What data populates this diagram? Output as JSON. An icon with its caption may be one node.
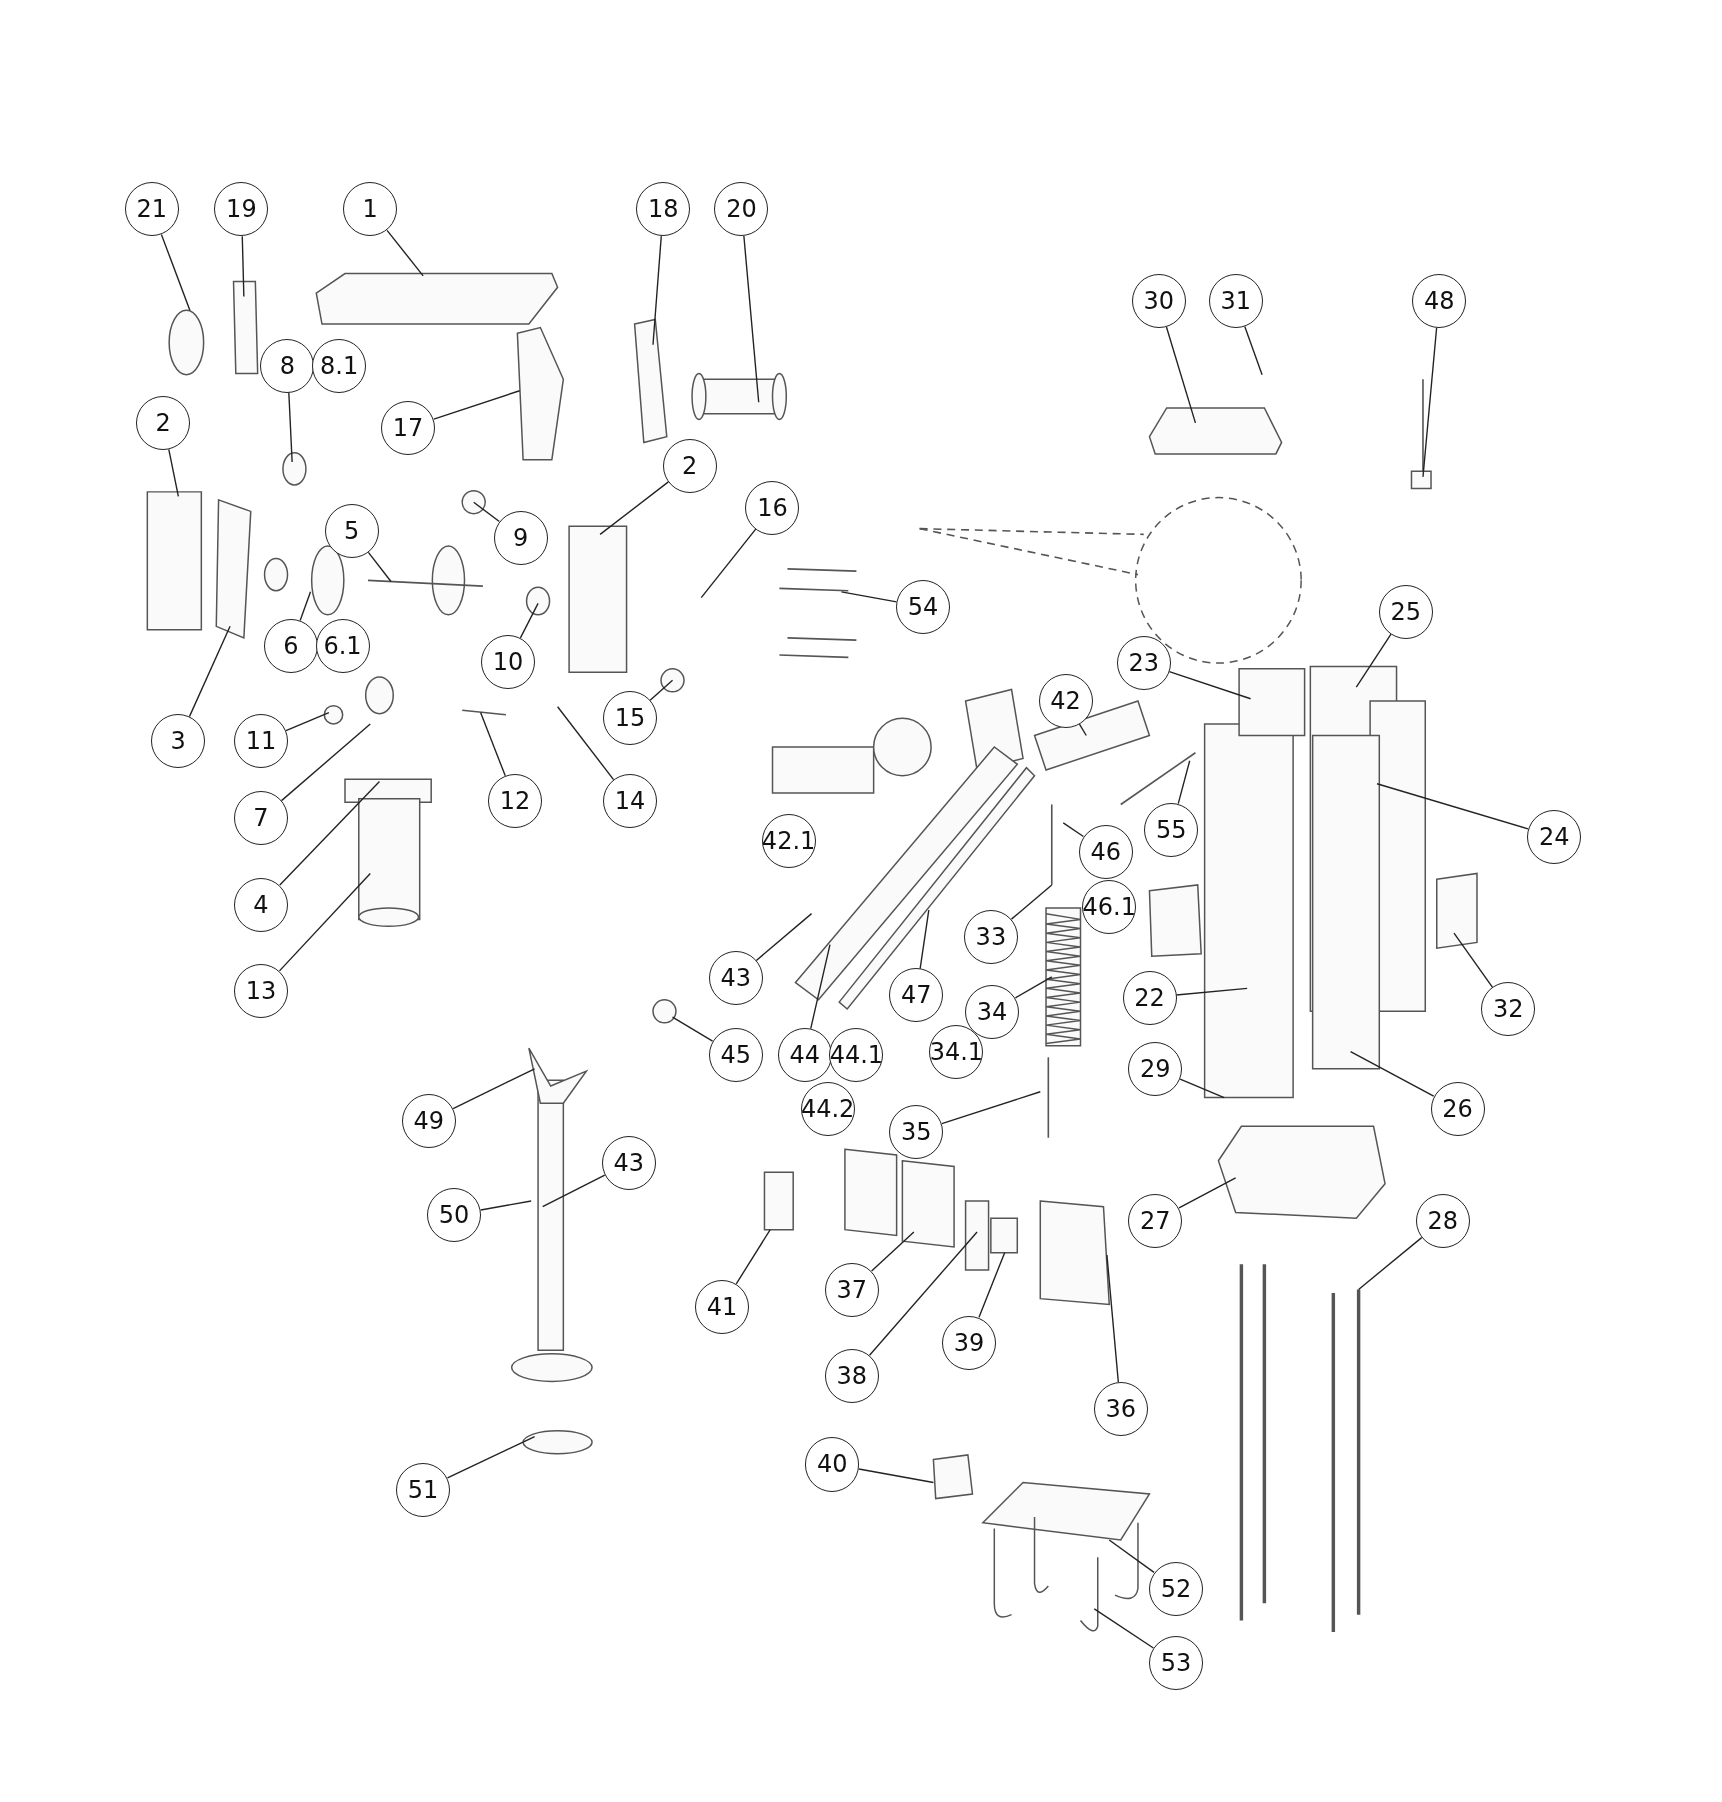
{
  "diagram": {
    "nodes": [
      {
        "text": [
          "21"
        ]
      },
      {
        "text": [
          "19"
        ]
      },
      {
        "text": [
          "1"
        ]
      },
      {
        "text": [
          "18"
        ]
      },
      {
        "text": [
          "20"
        ]
      },
      {
        "text": [
          "30"
        ]
      },
      {
        "text": [
          "31"
        ]
      },
      {
        "text": [
          "48"
        ]
      },
      {
        "text": [
          "8"
        ]
      },
      {
        "text": [
          "8.1"
        ]
      },
      {
        "text": [
          "17"
        ]
      },
      {
        "text": [
          "2"
        ]
      },
      {
        "text": [
          "2"
        ]
      },
      {
        "text": [
          "16"
        ]
      },
      {
        "text": [
          "5"
        ]
      },
      {
        "text": [
          "9"
        ]
      },
      {
        "text": [
          "54"
        ]
      },
      {
        "text": [
          "25"
        ]
      },
      {
        "text": [
          "6"
        ]
      },
      {
        "text": [
          "6.1"
        ]
      },
      {
        "text": [
          "10"
        ]
      },
      {
        "text": [
          "23"
        ]
      },
      {
        "text": [
          "42"
        ]
      },
      {
        "text": [
          "15"
        ]
      },
      {
        "text": [
          "3"
        ]
      },
      {
        "text": [
          "11"
        ]
      },
      {
        "text": [
          "12"
        ]
      },
      {
        "text": [
          "14"
        ]
      },
      {
        "text": [
          "7"
        ]
      },
      {
        "text": [
          "55"
        ]
      },
      {
        "text": [
          "24"
        ]
      },
      {
        "text": [
          "42.1"
        ]
      },
      {
        "text": [
          "46"
        ]
      },
      {
        "text": [
          "4"
        ]
      },
      {
        "text": [
          "46.1"
        ]
      },
      {
        "text": [
          "33"
        ]
      },
      {
        "text": [
          "43"
        ]
      },
      {
        "text": [
          "13"
        ]
      },
      {
        "text": [
          "47"
        ]
      },
      {
        "text": [
          "34"
        ]
      },
      {
        "text": [
          "22"
        ]
      },
      {
        "text": [
          "32"
        ]
      },
      {
        "text": [
          "45"
        ]
      },
      {
        "text": [
          "44"
        ]
      },
      {
        "text": [
          "44.1"
        ]
      },
      {
        "text": [
          "34.1"
        ]
      },
      {
        "text": [
          "29"
        ]
      },
      {
        "text": [
          "44.2"
        ]
      },
      {
        "text": [
          "26"
        ]
      },
      {
        "text": [
          "49"
        ]
      },
      {
        "text": [
          "35"
        ]
      },
      {
        "text": [
          "43"
        ]
      },
      {
        "text": [
          "50"
        ]
      },
      {
        "text": [
          "27"
        ]
      },
      {
        "text": [
          "28"
        ]
      },
      {
        "text": [
          "41"
        ]
      },
      {
        "text": [
          "37"
        ]
      },
      {
        "text": [
          "39"
        ]
      },
      {
        "text": [
          "38"
        ]
      },
      {
        "text": [
          "36"
        ]
      },
      {
        "text": [
          "40"
        ]
      },
      {
        "text": [
          "51"
        ]
      },
      {
        "text": [
          "52"
        ]
      },
      {
        "text": [
          "53"
        ]
      }
    ],
    "edges": [
      {
        "from": 0,
        "to": null,
        "arrow": "none"
      },
      {
        "from": 1,
        "to": null,
        "arrow": "none"
      },
      {
        "from": 2,
        "to": null,
        "arrow": "none"
      },
      {
        "from": 3,
        "to": null,
        "arrow": "none"
      },
      {
        "from": 4,
        "to": null,
        "arrow": "none"
      },
      {
        "from": 5,
        "to": null,
        "arrow": "none"
      },
      {
        "from": 6,
        "to": null,
        "arrow": "none"
      },
      {
        "from": 7,
        "to": null,
        "arrow": "none"
      },
      {
        "from": 8,
        "to": null,
        "arrow": "none"
      },
      {
        "from": 10,
        "to": null,
        "arrow": "none"
      },
      {
        "from": 11,
        "to": null,
        "arrow": "none"
      },
      {
        "from": 12,
        "to": null,
        "arrow": "none"
      },
      {
        "from": 13,
        "to": null,
        "arrow": "none"
      },
      {
        "from": 14,
        "to": null,
        "arrow": "none"
      },
      {
        "from": 15,
        "to": null,
        "arrow": "none"
      },
      {
        "from": 16,
        "to": null,
        "arrow": "none"
      },
      {
        "from": 17,
        "to": null,
        "arrow": "none"
      },
      {
        "from": 18,
        "to": null,
        "arrow": "none"
      },
      {
        "from": 20,
        "to": null,
        "arrow": "none"
      },
      {
        "from": 21,
        "to": null,
        "arrow": "none"
      },
      {
        "from": 22,
        "to": null,
        "arrow": "none"
      },
      {
        "from": 23,
        "to": null,
        "arrow": "none"
      },
      {
        "from": 24,
        "to": null,
        "arrow": "none"
      },
      {
        "from": 25,
        "to": null,
        "arrow": "none"
      },
      {
        "from": 26,
        "to": null,
        "arrow": "none"
      },
      {
        "from": 27,
        "to": null,
        "arrow": "none"
      },
      {
        "from": 28,
        "to": null,
        "arrow": "none"
      },
      {
        "from": 29,
        "to": null,
        "arrow": "none"
      },
      {
        "from": 30,
        "to": null,
        "arrow": "none"
      },
      {
        "from": 32,
        "to": null,
        "arrow": "none"
      },
      {
        "from": 33,
        "to": null,
        "arrow": "none"
      },
      {
        "from": 35,
        "to": null,
        "arrow": "none"
      },
      {
        "from": 36,
        "to": null,
        "arrow": "none"
      },
      {
        "from": 37,
        "to": null,
        "arrow": "none"
      },
      {
        "from": 38,
        "to": null,
        "arrow": "none"
      },
      {
        "from": 39,
        "to": null,
        "arrow": "none"
      },
      {
        "from": 40,
        "to": null,
        "arrow": "none"
      },
      {
        "from": 41,
        "to": null,
        "arrow": "none"
      },
      {
        "from": 42,
        "to": null,
        "arrow": "none"
      },
      {
        "from": 43,
        "to": null,
        "arrow": "none"
      },
      {
        "from": 46,
        "to": null,
        "arrow": "none"
      },
      {
        "from": 48,
        "to": null,
        "arrow": "none"
      },
      {
        "from": 49,
        "to": null,
        "arrow": "none"
      },
      {
        "from": 50,
        "to": null,
        "arrow": "none"
      },
      {
        "from": 51,
        "to": null,
        "arrow": "none"
      },
      {
        "from": 52,
        "to": null,
        "arrow": "none"
      },
      {
        "from": 53,
        "to": null,
        "arrow": "none"
      },
      {
        "from": 54,
        "to": null,
        "arrow": "none"
      },
      {
        "from": 55,
        "to": null,
        "arrow": "none"
      },
      {
        "from": 56,
        "to": null,
        "arrow": "none"
      },
      {
        "from": 57,
        "to": null,
        "arrow": "none"
      },
      {
        "from": 58,
        "to": null,
        "arrow": "none"
      },
      {
        "from": 59,
        "to": null,
        "arrow": "none"
      },
      {
        "from": 60,
        "to": null,
        "arrow": "none"
      },
      {
        "from": 61,
        "to": null,
        "arrow": "none"
      },
      {
        "from": 62,
        "to": null,
        "arrow": "none"
      },
      {
        "from": 63,
        "to": null,
        "arrow": "none"
      }
    ]
  }
}
